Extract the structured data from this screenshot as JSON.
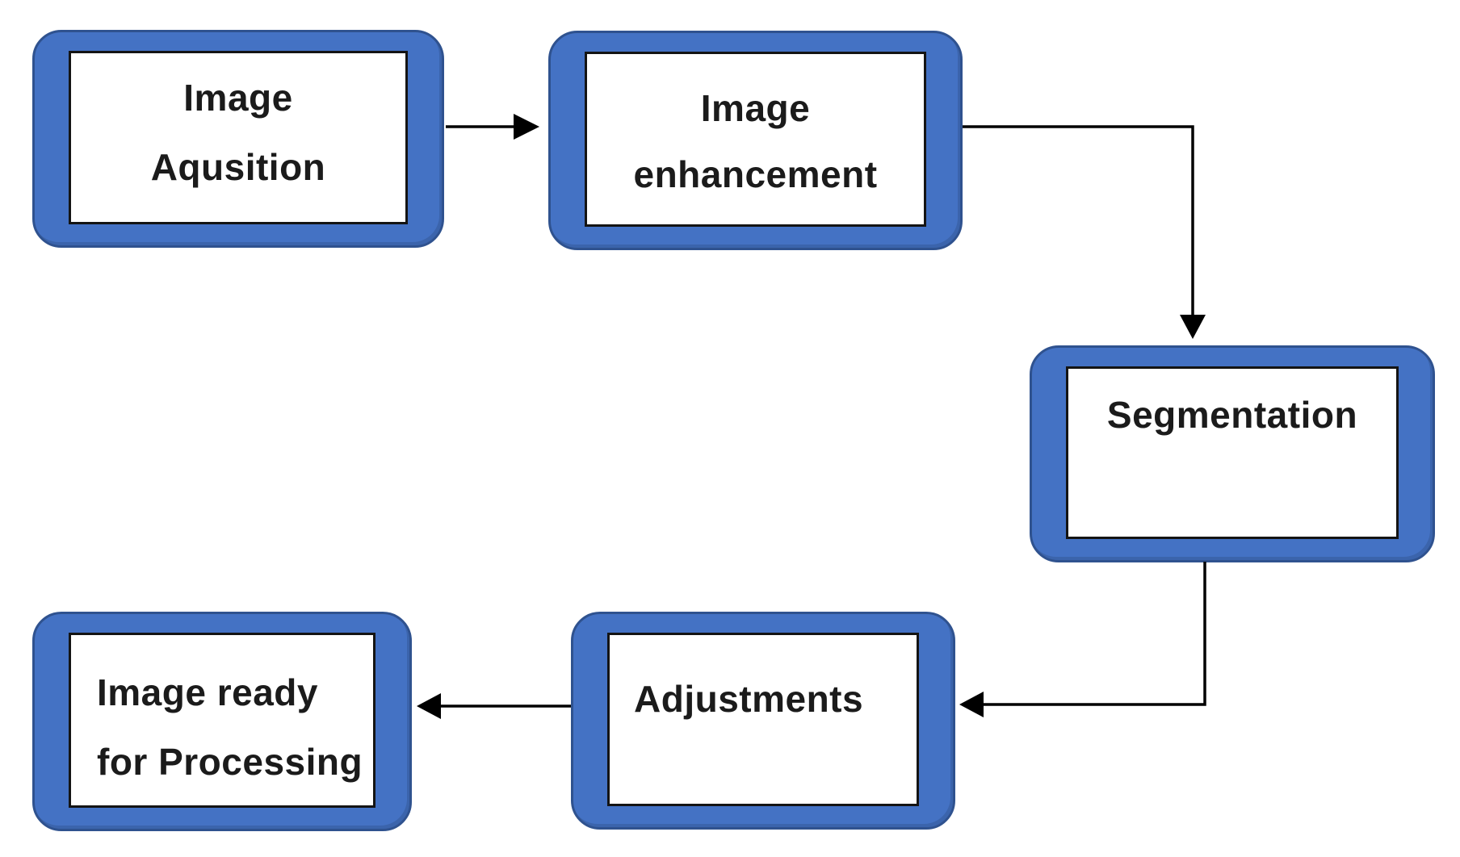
{
  "diagram": {
    "type": "flowchart",
    "background": "#ffffff",
    "colors": {
      "node_fill": "#4472C4",
      "node_edge": "#2F528F",
      "inner_fill": "#ffffff",
      "inner_border": "#141414",
      "connector": "#000000",
      "text": "#1b1b1b"
    },
    "nodes": [
      {
        "id": "image-acquisition",
        "label_lines": [
          "Image",
          "Aqusition"
        ],
        "align": "center"
      },
      {
        "id": "image-enhancement",
        "label_lines": [
          "Image",
          "enhancement"
        ],
        "align": "center"
      },
      {
        "id": "segmentation",
        "label_lines": [
          "Segmentation"
        ],
        "align": "center"
      },
      {
        "id": "adjustments",
        "label_lines": [
          "Adjustments"
        ],
        "align": "left"
      },
      {
        "id": "image-ready",
        "label_lines": [
          "Image ready",
          "for Processing"
        ],
        "align": "left"
      }
    ],
    "edges": [
      {
        "from": "image-acquisition",
        "to": "image-enhancement",
        "style": "straight-right"
      },
      {
        "from": "image-enhancement",
        "to": "segmentation",
        "style": "elbow-right-down"
      },
      {
        "from": "segmentation",
        "to": "adjustments",
        "style": "elbow-down-left"
      },
      {
        "from": "adjustments",
        "to": "image-ready",
        "style": "straight-left"
      }
    ]
  }
}
